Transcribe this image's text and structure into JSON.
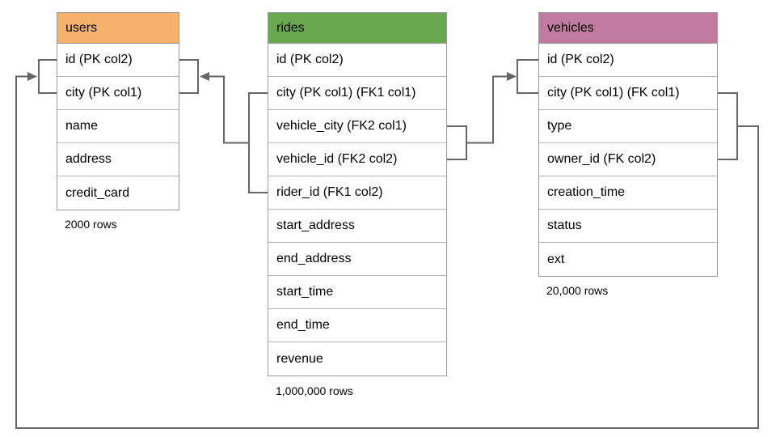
{
  "diagram": {
    "tables": {
      "users": {
        "title": "users",
        "header_color": "#f6b26b",
        "rows": [
          "id (PK col2)",
          "city (PK col1)",
          "name",
          "address",
          "credit_card"
        ],
        "row_count": "2000 rows"
      },
      "rides": {
        "title": "rides",
        "header_color": "#6aa84f",
        "rows": [
          "id (PK col2)",
          "city (PK col1) (FK1 col1)",
          "vehicle_city (FK2 col1)",
          "vehicle_id (FK2 col2)",
          "rider_id (FK1 col2)",
          "start_address",
          "end_address",
          "start_time",
          "end_time",
          "revenue"
        ],
        "row_count": "1,000,000 rows"
      },
      "vehicles": {
        "title": "vehicles",
        "header_color": "#c27ba0",
        "rows": [
          "id (PK col2)",
          "city (PK col1) (FK col1)",
          "type",
          "owner_id (FK col2)",
          "creation_time",
          "status",
          "ext"
        ],
        "row_count": "20,000 rows"
      }
    },
    "colors": {
      "connector": "#666666",
      "table_border": "#9b9b9b",
      "row_divider": "#b7b7b7"
    },
    "relationships": [
      {
        "from": "rides (city FK1 col1, rider_id FK1 col2)",
        "to": "users (id PK col2, city PK col1)"
      },
      {
        "from": "rides (vehicle_city FK2 col1, vehicle_id FK2 col2)",
        "to": "vehicles (id PK col2, city PK col1)"
      },
      {
        "from": "vehicles (city FK col1, owner_id FK col2)",
        "to": "users (id PK col2, city PK col1)"
      }
    ]
  }
}
